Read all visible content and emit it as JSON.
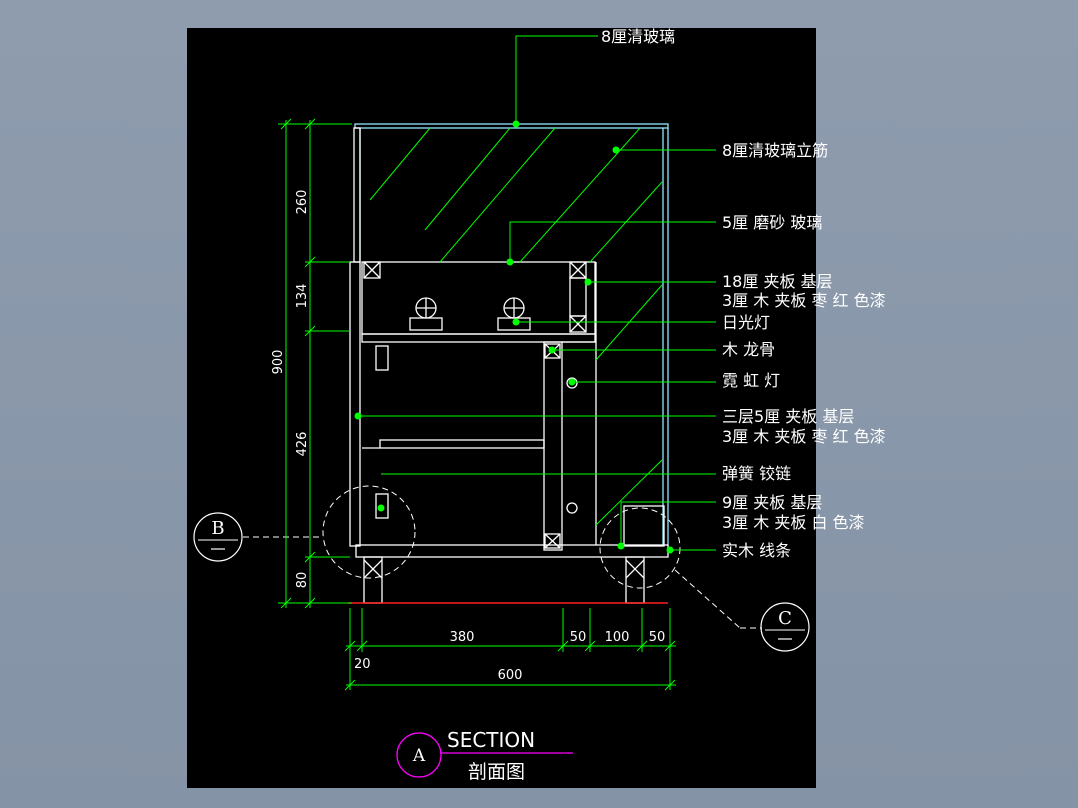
{
  "labels": {
    "glass_top": "8厘清玻璃",
    "glass_rib": "8厘清玻璃立筋",
    "frosted": "5厘 磨砂 玻璃",
    "plywood18_l1": "18厘 夹板 基层",
    "plywood18_l2": "3厘 木 夹板 枣 红 色漆",
    "fluorescent": "日光灯",
    "keel": "木 龙骨",
    "neon": "霓 虹 灯",
    "plywood5_l1": "三层5厘 夹板 基层",
    "plywood5_l2": "3厘 木 夹板 枣 红 色漆",
    "hinge": "弹簧 铰链",
    "plywood9_l1": "9厘 夹板 基层",
    "plywood9_l2": "3厘 木 夹板 白 色漆",
    "trim": "实木 线条"
  },
  "dimensions": {
    "v_260": "260",
    "v_134": "134",
    "v_426": "426",
    "v_80": "80",
    "v_900": "900",
    "h_380": "380",
    "h_50a": "50",
    "h_100": "100",
    "h_50b": "50",
    "h_20": "20",
    "h_600": "600"
  },
  "callouts": {
    "b_letter": "B",
    "c_letter": "C",
    "a_letter": "A"
  },
  "title": {
    "en": "SECTION",
    "cn": "剖面图"
  },
  "colors": {
    "background": "#000000",
    "geometry": "#ffffff",
    "dimension": "#00ff00",
    "glass_edge": "#8fe6ff",
    "floor": "#ff2020",
    "title_circle": "#ff00ff",
    "text": "#ffffff"
  }
}
